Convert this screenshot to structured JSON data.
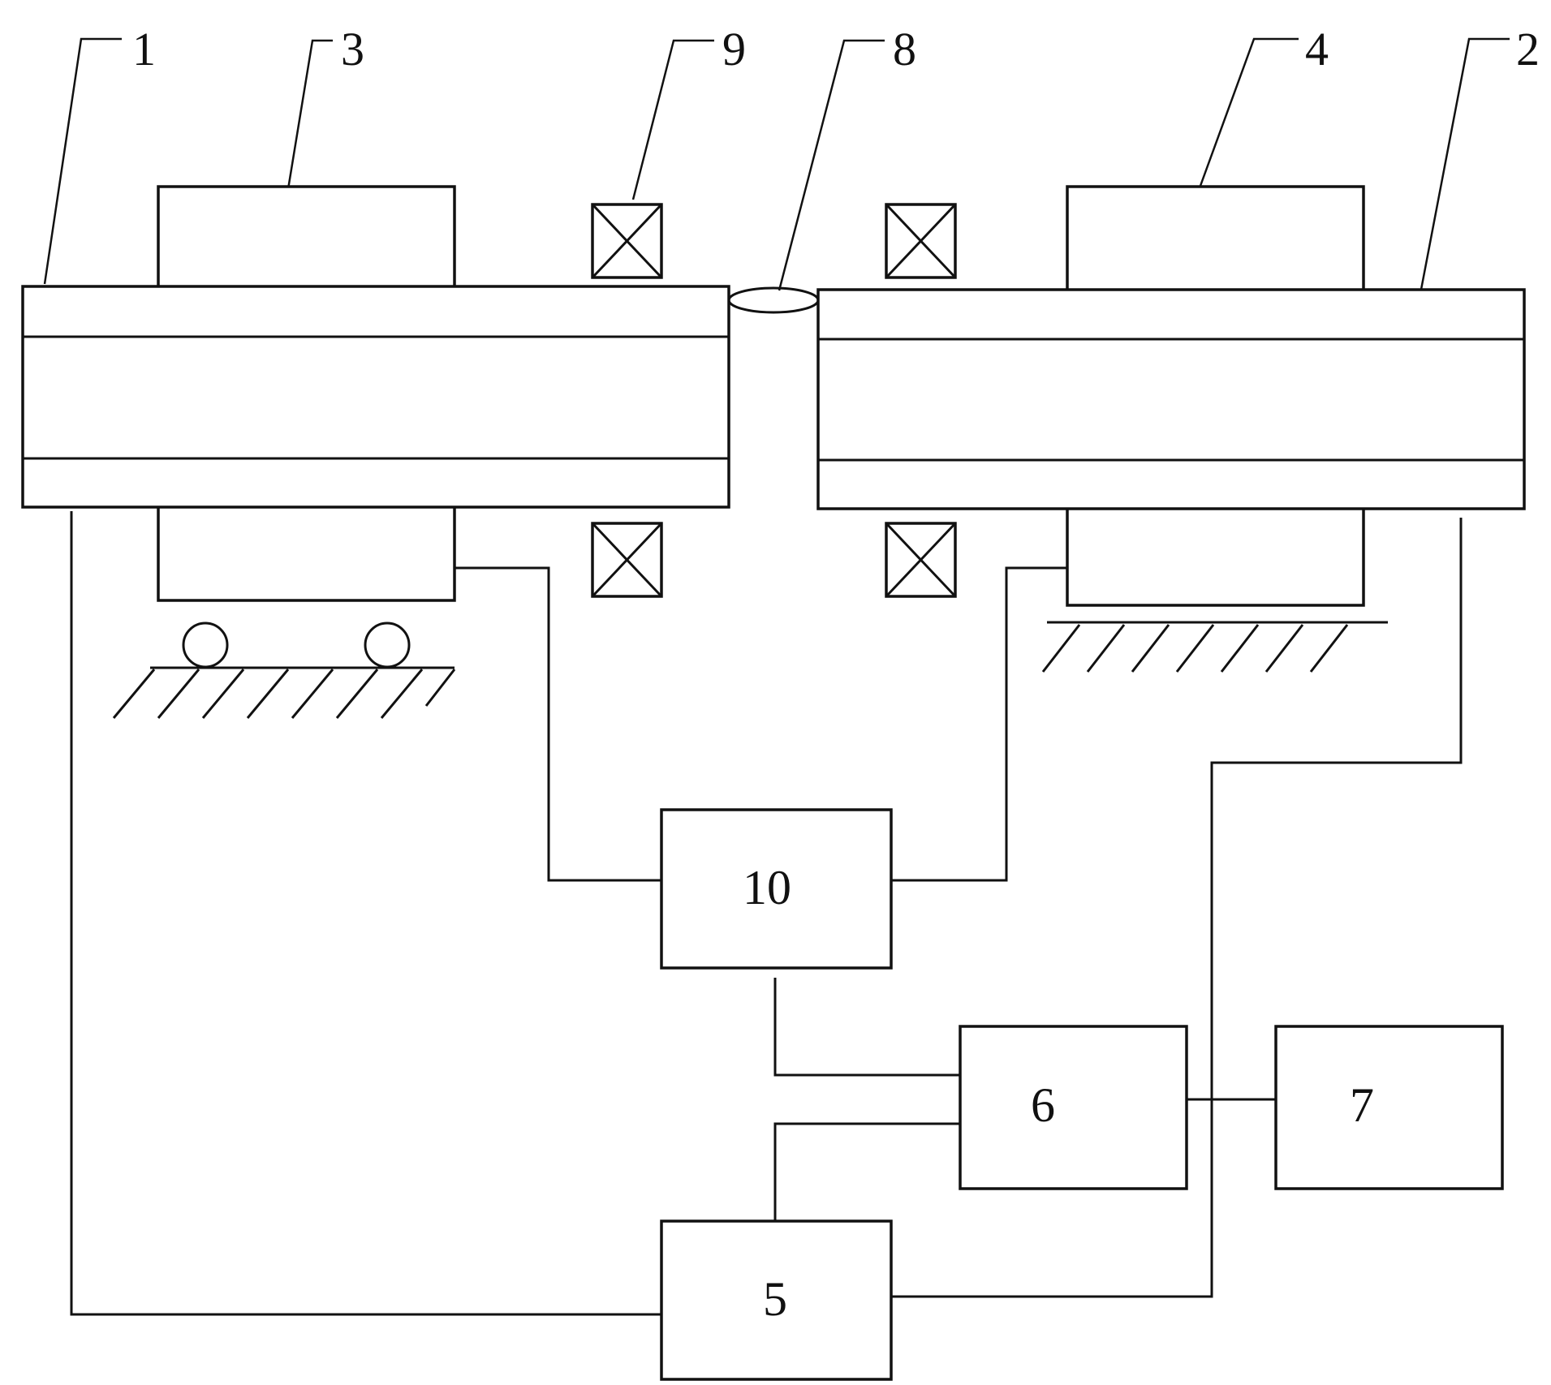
{
  "labels": {
    "l1": "1",
    "l2": "2",
    "l3": "3",
    "l4": "4",
    "l8": "8",
    "l9": "9"
  },
  "boxes": {
    "b5": "5",
    "b6": "6",
    "b7": "7",
    "b10": "10"
  }
}
